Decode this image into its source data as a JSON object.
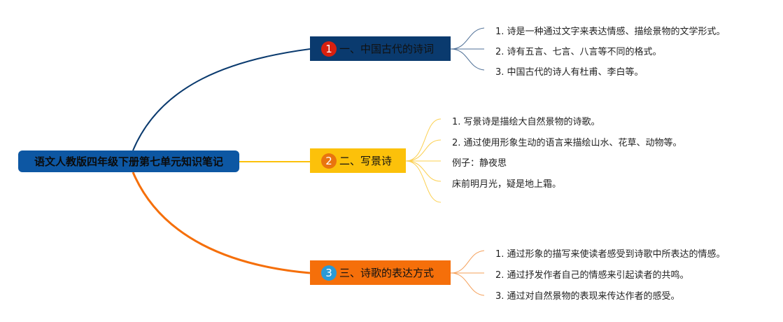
{
  "root": {
    "label": "语文人教版四年级下册第七单元知识笔记",
    "color": "#0d57a3"
  },
  "branches": [
    {
      "num": "1",
      "label": "一、中国古代的诗词",
      "color": "#0a3a6e",
      "badge": "#d8200f",
      "leaves": [
        "1. 诗是一种通过文字来表达情感、描绘景物的文学形式。",
        "2. 诗有五言、七言、八言等不同的格式。",
        "3. 中国古代的诗人有杜甫、李白等。"
      ]
    },
    {
      "num": "2",
      "label": "二、写景诗",
      "color": "#fcc10a",
      "badge": "#e9740e",
      "leaves": [
        "1. 写景诗是描绘大自然景物的诗歌。",
        "2. 通过使用形象生动的语言来描绘山水、花草、动物等。",
        "例子：静夜思",
        "床前明月光，疑是地上霜。"
      ]
    },
    {
      "num": "3",
      "label": "三、诗歌的表达方式",
      "color": "#f56f0a",
      "badge": "#2a9ad6",
      "leaves": [
        "1. 通过形象的描写来使读者感受到诗歌中所表达的情感。",
        "2. 通过抒发作者自己的情感来引起读者的共鸣。",
        "3. 通过对自然景物的表现来传达作者的感受。"
      ]
    }
  ]
}
